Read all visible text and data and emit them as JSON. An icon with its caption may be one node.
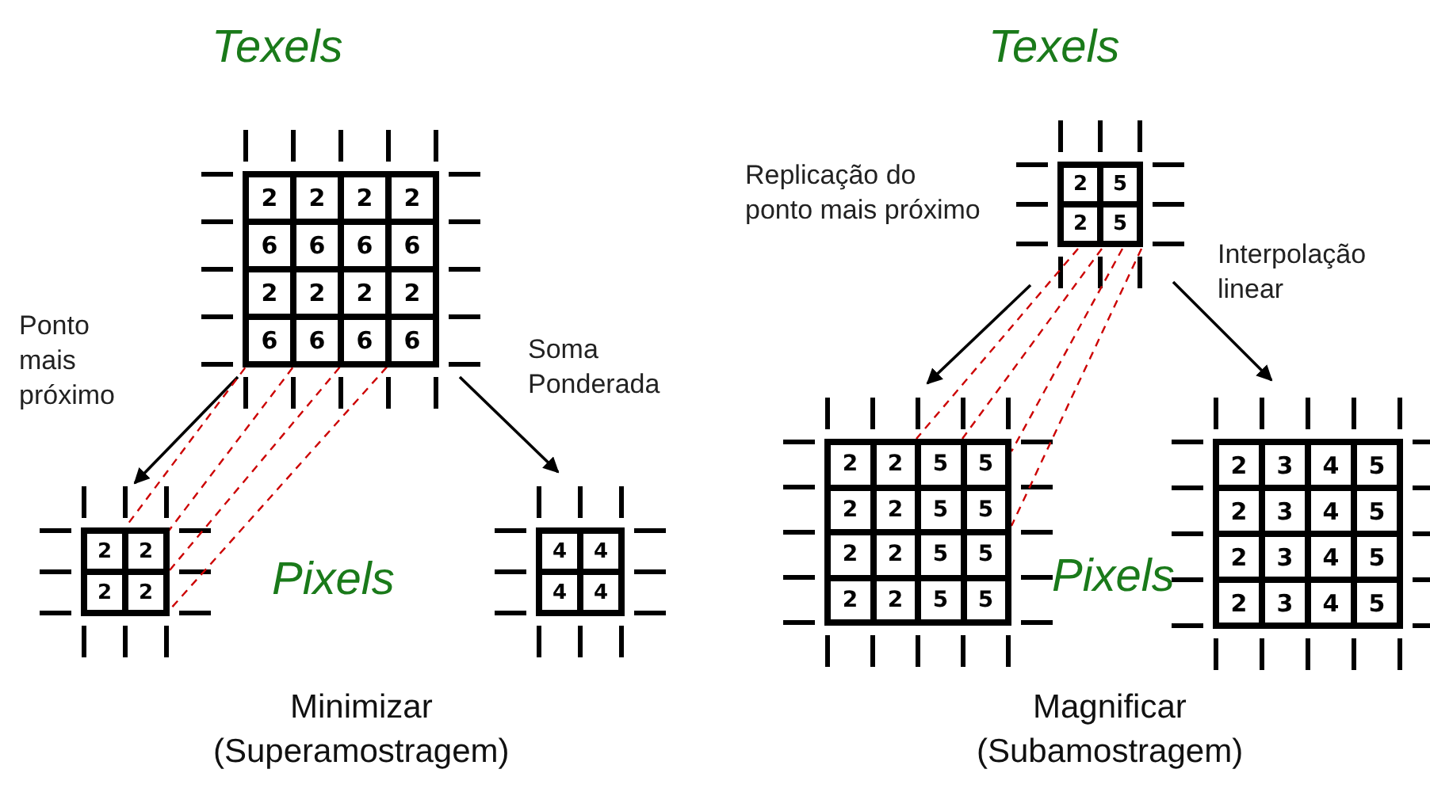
{
  "diagram": {
    "nodes": [
      {
        "text": [
          "2",
          "2",
          "2",
          "2",
          "6",
          "6",
          "6",
          "6",
          "2",
          "2",
          "2",
          "2",
          "6",
          "6",
          "6",
          "6"
        ]
      },
      {
        "text": [
          "2",
          "2",
          "2",
          "2"
        ]
      },
      {
        "text": [
          "4",
          "4",
          "4",
          "4"
        ]
      },
      {
        "text": [
          "2",
          "5",
          "2",
          "5"
        ]
      },
      {
        "text": [
          "2",
          "2",
          "5",
          "5",
          "2",
          "2",
          "5",
          "5",
          "2",
          "2",
          "5",
          "5",
          "2",
          "2",
          "5",
          "5"
        ]
      },
      {
        "text": [
          "2",
          "3",
          "4",
          "5",
          "2",
          "3",
          "4",
          "5",
          "2",
          "3",
          "4",
          "5",
          "2",
          "3",
          "4",
          "5"
        ]
      }
    ],
    "edges": [
      {
        "from": 0,
        "to": 1,
        "arrow": "to",
        "label": "Ponto mais próximo",
        "color": "#000000"
      },
      {
        "from": 0,
        "to": 2,
        "arrow": "to",
        "label": "Soma Ponderada",
        "color": "#000000"
      },
      {
        "from": 3,
        "to": 4,
        "arrow": "to",
        "label": "Replicação do ponto mais próximo",
        "color": "#000000"
      },
      {
        "from": 3,
        "to": 5,
        "arrow": "to",
        "label": "Interpolação linear",
        "color": "#000000"
      },
      {
        "from": 0,
        "to": 1,
        "arrow": "none",
        "style": "dashed"
      },
      {
        "from": 0,
        "to": 1,
        "arrow": "none",
        "style": "dashed"
      },
      {
        "from": 0,
        "to": 1,
        "arrow": "none",
        "style": "dashed"
      },
      {
        "from": 0,
        "to": 1,
        "arrow": "none",
        "style": "dashed"
      },
      {
        "from": 3,
        "to": 4,
        "arrow": "none",
        "style": "dashed"
      },
      {
        "from": 3,
        "to": 4,
        "arrow": "none",
        "style": "dashed"
      },
      {
        "from": 3,
        "to": 4,
        "arrow": "none",
        "style": "dashed"
      },
      {
        "from": 3,
        "to": 4,
        "arrow": "none",
        "style": "dashed"
      }
    ],
    "labels": [
      "Texels",
      "Texels",
      "Pixels",
      "Pixels",
      "Minimizar",
      "Magnificar",
      "(Superamostragem)",
      "(Subamostragem)"
    ]
  }
}
